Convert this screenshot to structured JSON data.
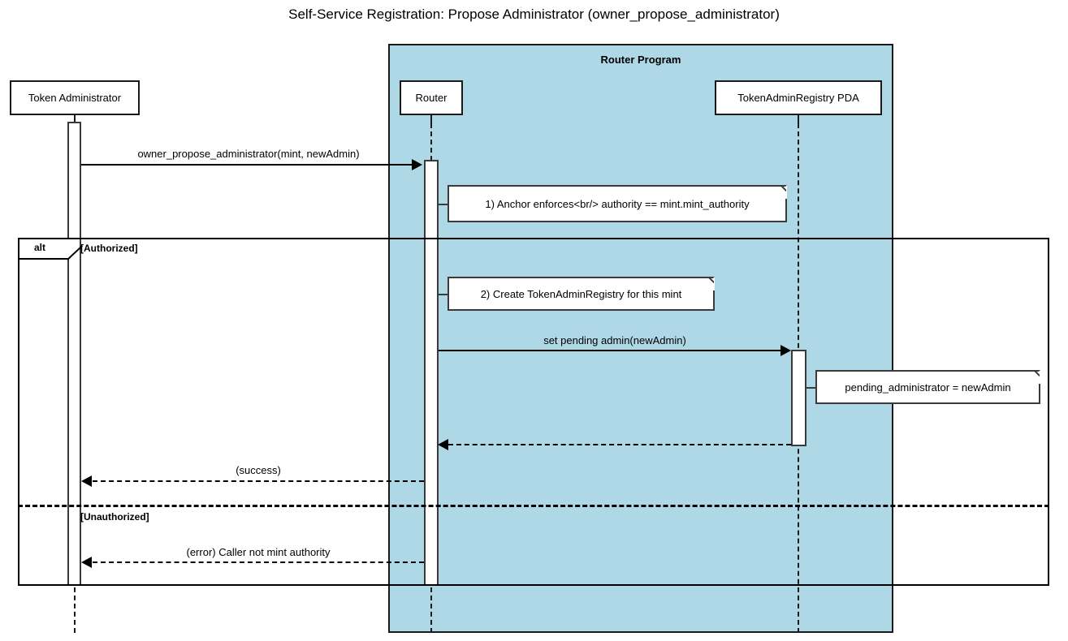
{
  "title": "Self-Service Registration: Propose Administrator (owner_propose_administrator)",
  "group": {
    "label": "Router Program",
    "fill": "#aed8e6",
    "border": "#1a1a1a"
  },
  "participants": [
    {
      "id": "token-administrator",
      "label": "Token Administrator"
    },
    {
      "id": "router",
      "label": "Router"
    },
    {
      "id": "token-admin-registry-pda",
      "label": "TokenAdminRegistry PDA"
    }
  ],
  "messages": [
    {
      "id": "owner-propose-administrator",
      "label": "owner_propose_administrator(mint, newAdmin)",
      "from": "token-administrator",
      "to": "router",
      "style": "solid",
      "direction": "right"
    },
    {
      "id": "set-pending-admin",
      "label": "set pending admin(newAdmin)",
      "from": "router",
      "to": "token-admin-registry-pda",
      "style": "solid",
      "direction": "right"
    },
    {
      "id": "pda-return",
      "label": "",
      "from": "token-admin-registry-pda",
      "to": "router",
      "style": "dashed",
      "direction": "left"
    },
    {
      "id": "success-return",
      "label": "(success)",
      "from": "router",
      "to": "token-administrator",
      "style": "dashed",
      "direction": "left"
    },
    {
      "id": "error-return",
      "label": "(error) Caller not mint authority",
      "from": "router",
      "to": "token-administrator",
      "style": "dashed",
      "direction": "left"
    }
  ],
  "notes": [
    {
      "id": "note-anchor-enforces",
      "text": "1) Anchor enforces<br/> authority == mint.mint_authority"
    },
    {
      "id": "note-create-registry",
      "text": "2) Create TokenAdminRegistry for this mint"
    },
    {
      "id": "note-pending-administrator",
      "text": "pending_administrator = newAdmin"
    }
  ],
  "fragment": {
    "operator": "alt",
    "guards": [
      {
        "id": "guard-authorized",
        "label": "[Authorized]"
      },
      {
        "id": "guard-unauthorized",
        "label": "[Unauthorized]"
      }
    ]
  }
}
